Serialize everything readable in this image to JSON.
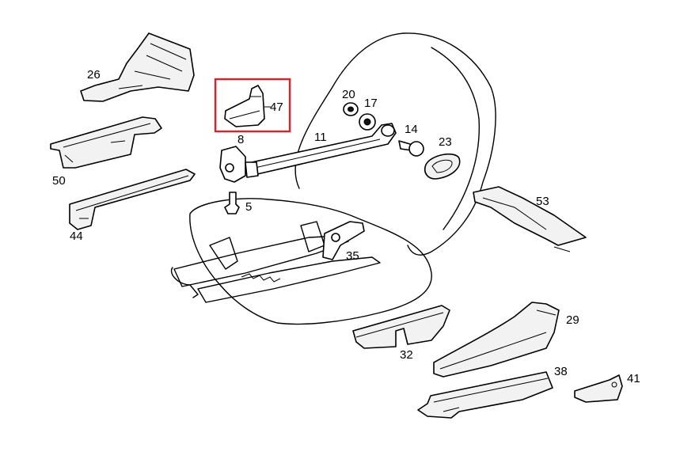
{
  "parts": [
    {
      "id": "callout-26",
      "label": "26"
    },
    {
      "id": "callout-47",
      "label": "47"
    },
    {
      "id": "callout-20",
      "label": "20"
    },
    {
      "id": "callout-17",
      "label": "17"
    },
    {
      "id": "callout-11",
      "label": "11"
    },
    {
      "id": "callout-14",
      "label": "14"
    },
    {
      "id": "callout-23",
      "label": "23"
    },
    {
      "id": "callout-8",
      "label": "8"
    },
    {
      "id": "callout-50",
      "label": "50"
    },
    {
      "id": "callout-5",
      "label": "5"
    },
    {
      "id": "callout-53",
      "label": "53"
    },
    {
      "id": "callout-44",
      "label": "44"
    },
    {
      "id": "callout-35",
      "label": "35"
    },
    {
      "id": "callout-29",
      "label": "29"
    },
    {
      "id": "callout-32",
      "label": "32"
    },
    {
      "id": "callout-38",
      "label": "38"
    },
    {
      "id": "callout-41",
      "label": "41"
    }
  ],
  "highlight": {
    "part": "47",
    "color": "#d8232a"
  },
  "colors": {
    "line": "#000000",
    "background": "#ffffff"
  }
}
